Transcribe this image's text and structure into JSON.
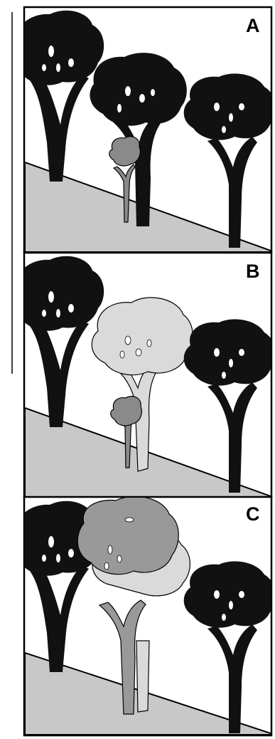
{
  "panels": [
    {
      "label": "A"
    },
    {
      "label": "B"
    },
    {
      "label": "C"
    }
  ],
  "colors": {
    "background": "#ffffff",
    "ground": "#c8c8c8",
    "canopy_dark": "#111111",
    "sapling_gray": "#8a8a8a",
    "tree_light": "#dadada",
    "tree_mid": "#999999",
    "outline": "#000000"
  }
}
